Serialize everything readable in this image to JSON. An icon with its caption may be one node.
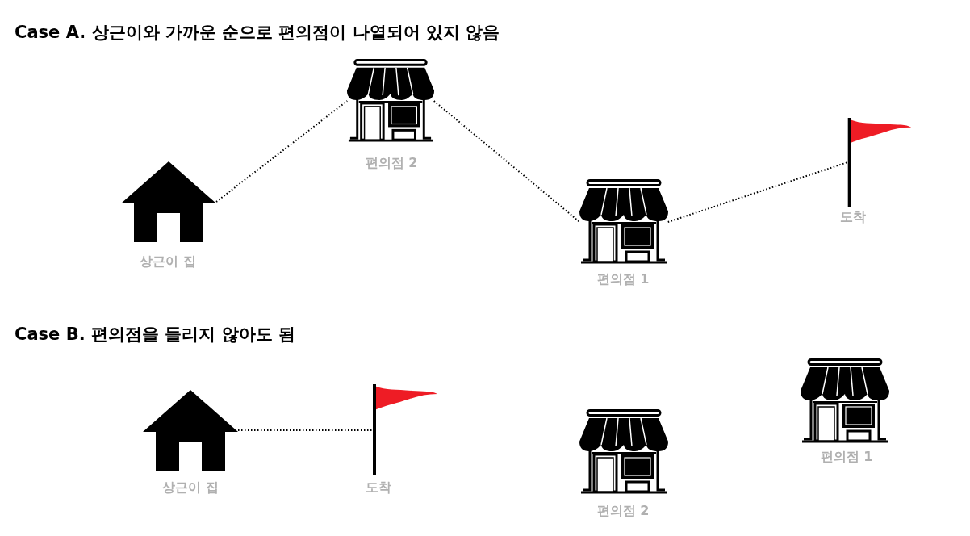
{
  "diagram": {
    "nodes": [
      {
        "text": [
          "상근이 집"
        ]
      },
      {
        "text": [
          "편의점 2"
        ]
      },
      {
        "text": [
          "편의점 1"
        ]
      },
      {
        "text": [
          "도착"
        ]
      },
      {
        "text": [
          "상근이 집"
        ]
      },
      {
        "text": [
          "도착"
        ]
      },
      {
        "text": [
          "편의점 2"
        ]
      },
      {
        "text": [
          "편의점 1"
        ]
      }
    ],
    "edges": [
      {
        "from": 0,
        "to": 1,
        "arrow": "none",
        "style": "dashed"
      },
      {
        "from": 1,
        "to": 2,
        "arrow": "none",
        "style": "dashed"
      },
      {
        "from": 2,
        "to": 3,
        "arrow": "none",
        "style": "dashed"
      },
      {
        "from": 4,
        "to": 5,
        "arrow": "none",
        "style": "dashed"
      }
    ],
    "labels": [
      "Case A. 상근이와 가까운 순으로 편의점이 나열되어 있지 않음",
      "Case B. 편의점을 들리지 않아도 됨"
    ]
  }
}
